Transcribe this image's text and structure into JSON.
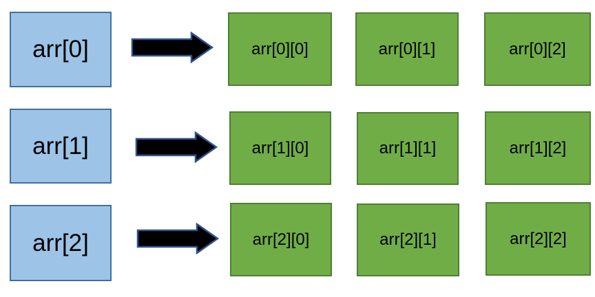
{
  "colors": {
    "row_fill": "#9dc3e6",
    "row_border": "#41719c",
    "cell_fill": "#70ad47",
    "cell_border": "#507e32",
    "arrow_fill": "#000000",
    "arrow_stroke": "#2f528f"
  },
  "rows": [
    {
      "label": "arr[0]",
      "cells": [
        "arr[0][0]",
        "arr[0][1]",
        "arr[0][2]"
      ]
    },
    {
      "label": "arr[1]",
      "cells": [
        "arr[1][0]",
        "arr[1][1]",
        "arr[1][2]"
      ]
    },
    {
      "label": "arr[2]",
      "cells": [
        "arr[2][0]",
        "arr[2][1]",
        "arr[2][2]"
      ]
    }
  ]
}
